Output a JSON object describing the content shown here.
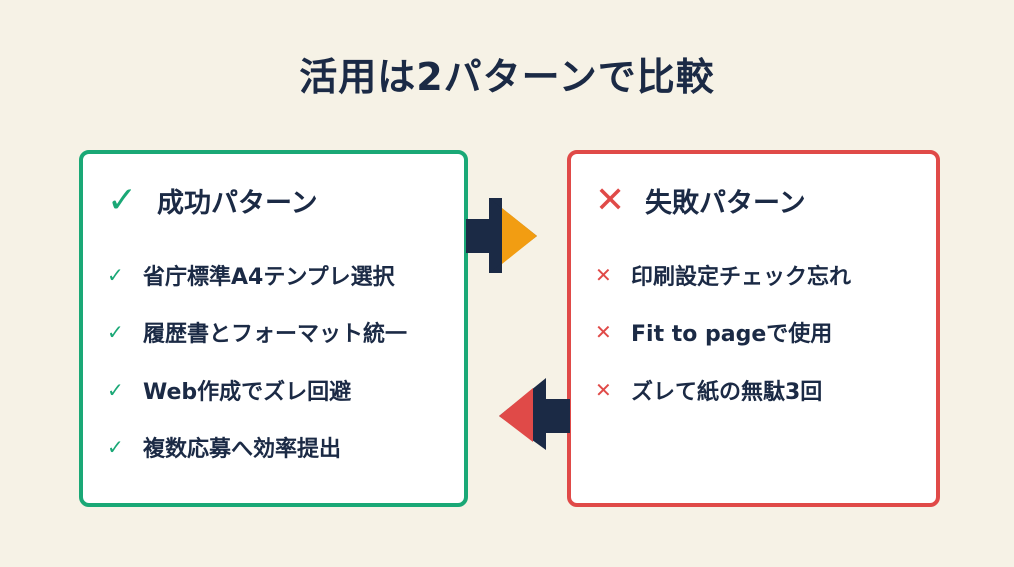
{
  "title": "活用は2パターンで比較",
  "success": {
    "heading": "成功パターン",
    "icon": "check-icon",
    "items": [
      "省庁標準A4テンプレ選択",
      "履歴書とフォーマット統一",
      "Web作成でズレ回避",
      "複数応募へ効率提出"
    ]
  },
  "failure": {
    "heading": "失敗パターン",
    "icon": "cross-icon",
    "items": [
      "印刷設定チェック忘れ",
      "Fit to pageで使用",
      "ズレて紙の無駄3回"
    ]
  },
  "colors": {
    "success": "#1aa876",
    "failure": "#e04a48",
    "navy": "#1b2a45",
    "orange": "#f29d12"
  }
}
